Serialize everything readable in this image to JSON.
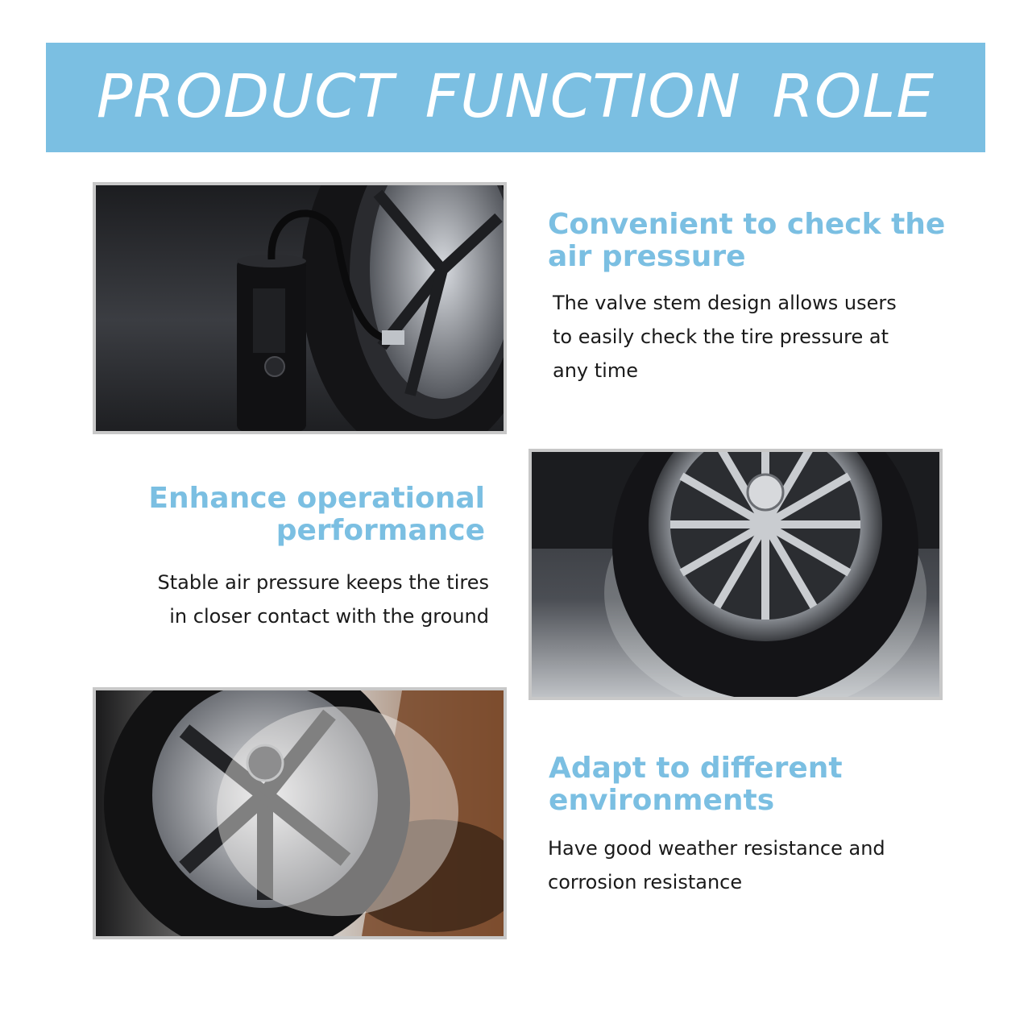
{
  "banner": {
    "title": "PRODUCT FUNCTION ROLE"
  },
  "sections": [
    {
      "heading_lines": [
        "Convenient to check the",
        "air pressure"
      ],
      "body_lines": [
        "The valve stem design allows users",
        "to easily check the tire pressure at",
        "any time"
      ]
    },
    {
      "heading_lines": [
        "Enhance operational",
        "performance"
      ],
      "body_lines": [
        "Stable air pressure keeps the tires",
        "in closer contact with the ground"
      ]
    },
    {
      "heading_lines": [
        "Adapt to different",
        "environments"
      ],
      "body_lines": [
        "Have good weather resistance and",
        "corrosion resistance"
      ]
    }
  ],
  "colors": {
    "accent": "#7bbfe2",
    "text": "#1a1a1a",
    "photo_border": "#c8c8c8"
  }
}
